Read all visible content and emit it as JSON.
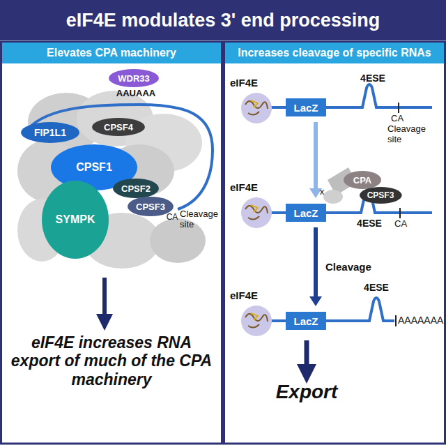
{
  "diagram": {
    "title": "eIF4E modulates 3' end processing",
    "nodes": [
      {
        "text": [
          "Elevates CPA machinery"
        ]
      },
      {
        "text": [
          "Increases cleavage of specific RNAs"
        ]
      },
      {
        "text": [
          "WDR33"
        ]
      },
      {
        "text": [
          "FIP1L1"
        ]
      },
      {
        "text": [
          "CPSF4"
        ]
      },
      {
        "text": [
          "CPSF1"
        ]
      },
      {
        "text": [
          "SYMPK"
        ]
      },
      {
        "text": [
          "CPSF2"
        ]
      },
      {
        "text": [
          "CPSF3"
        ]
      },
      {
        "text": [
          "LacZ"
        ]
      },
      {
        "text": [
          "LacZ"
        ]
      },
      {
        "text": [
          "CPA"
        ]
      },
      {
        "text": [
          "CPSF3"
        ]
      },
      {
        "text": [
          "LacZ"
        ]
      }
    ],
    "edges": [
      {
        "from": 9,
        "to": 10,
        "arrow": "to"
      },
      {
        "from": 10,
        "to": 13,
        "label": "Cleavage",
        "arrow": "to"
      }
    ],
    "labels": [
      "AAUAAA",
      "CA",
      "Cleavage site",
      "eIF4E increases RNA export of much of the CPA machinery",
      "eIF4E",
      "4ESE",
      "CA",
      "Cleavage site",
      "eIF4E",
      "x",
      "4ESE",
      "CA",
      "eIF4E",
      "4ESE",
      "AAAAAAA",
      "Export"
    ]
  }
}
